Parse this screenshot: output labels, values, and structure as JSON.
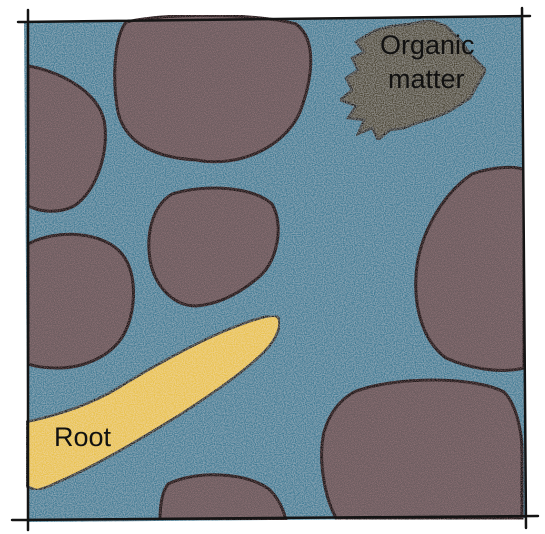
{
  "labels": {
    "organic_matter_line1": "Organic",
    "organic_matter_line2": "matter",
    "root": "Root"
  },
  "colors": {
    "pore_water": "#3f7d96",
    "mineral_particle": "#6b5c5e",
    "organic_matter": "#4e4636",
    "root": "#e9c24c",
    "outline": "#141414",
    "background": "#ffffff"
  }
}
